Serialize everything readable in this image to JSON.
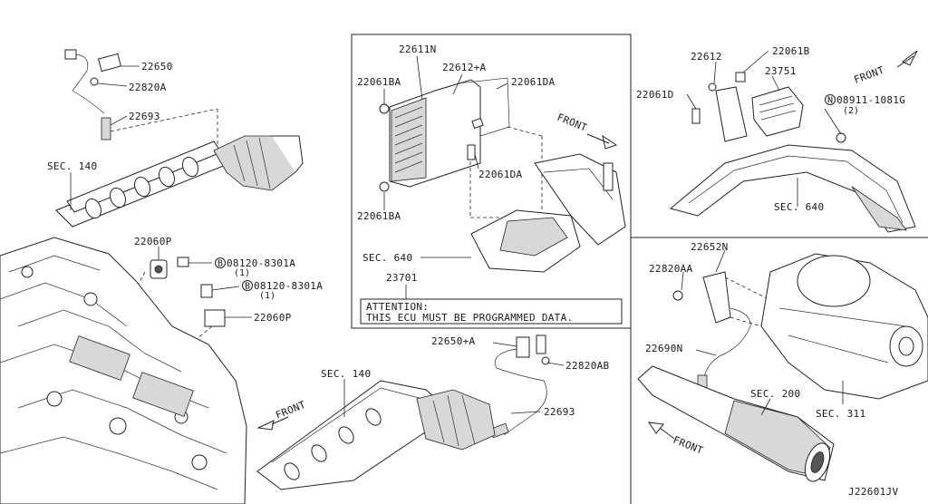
{
  "diagram_code": "J22601JV",
  "labels": {
    "p22650": "22650",
    "p22820a": "22820A",
    "p22693_top": "22693",
    "sec140_top": "SEC. 140",
    "p22060p_top": "22060P",
    "bolt1": "08120-8301A",
    "bolt1_qty": "(1)",
    "bolt2": "08120-8301A",
    "bolt2_qty": "(1)",
    "p22060p_bot": "22060P",
    "p22611n": "22611N",
    "p22612a": "22612+A",
    "p22061ba_top": "22061BA",
    "p22061da_top": "22061DA",
    "p22061da_mid": "22061DA",
    "p22061ba_bot": "22061BA",
    "front_mid": "FRONT",
    "sec640_mid": "SEC. 640",
    "p23701": "23701",
    "attention_title": "ATTENTION:",
    "attention_body": "THIS ECU MUST BE PROGRAMMED DATA.",
    "p22612": "22612",
    "p22061b": "22061B",
    "p23751": "23751",
    "p22061d": "22061D",
    "nut": "08911-1081G",
    "nut_qty": "(2)",
    "front_tr": "FRONT",
    "sec640_tr": "SEC. 640",
    "p22650a": "22650+A",
    "p22820ab": "22820AB",
    "sec140_bot": "SEC. 140",
    "p22693_bot": "22693",
    "front_bot": "FRONT",
    "p22652n": "22652N",
    "p22820aa": "22820AA",
    "p22690n": "22690N",
    "sec200": "SEC. 200",
    "sec311": "SEC. 311",
    "front_br": "FRONT"
  },
  "symbols": {
    "bolt_prefix": "B",
    "nut_prefix": "N"
  }
}
